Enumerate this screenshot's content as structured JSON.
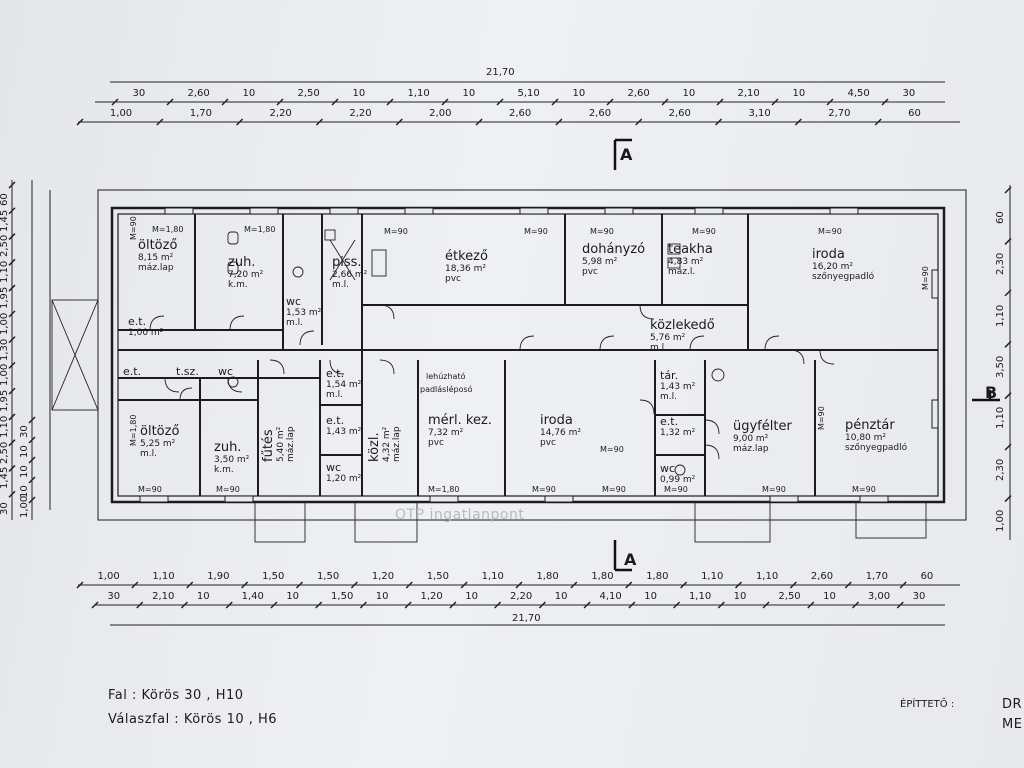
{
  "overall_dims": {
    "top": "21,70",
    "bottom": "21,70"
  },
  "dim_rows": {
    "top1": [
      "30",
      "2,60",
      "10",
      "2,50",
      "10",
      "1,10",
      "10",
      "5,10",
      "10",
      "2,60",
      "10",
      "2,10",
      "10",
      "4,50",
      "30"
    ],
    "top2": [
      "1,00",
      "1,70",
      "2,20",
      "2,20",
      "2,00",
      "2,60",
      "2,60",
      "2,60",
      "3,10",
      "2,70",
      "60"
    ],
    "left1": [
      "60",
      "1,45",
      "2,50",
      "1,10",
      "1,95",
      "1,00",
      "1,30",
      "1,00",
      "1,95",
      "1,10",
      "2,50",
      "1,45",
      "30"
    ],
    "left2": [
      "30",
      "10",
      "10",
      "10",
      "1,00"
    ],
    "bottom1": [
      "1,00",
      "1,10",
      "1,90",
      "1,50",
      "1,50",
      "1,20",
      "1,50",
      "1,10",
      "1,80",
      "1,80",
      "1,80",
      "1,10",
      "1,10",
      "2,60",
      "1,70",
      "60"
    ],
    "bottom2": [
      "30",
      "2,10",
      "10",
      "1,40",
      "10",
      "1,50",
      "10",
      "1,20",
      "10",
      "2,20",
      "10",
      "4,10",
      "10",
      "1,10",
      "10",
      "2,50",
      "10",
      "3,00",
      "30"
    ],
    "right": [
      "60",
      "2,30",
      "1,10",
      "3,50",
      "1,10",
      "2,30",
      "1,00"
    ]
  },
  "section_marks": {
    "a_top": "A",
    "a_bottom": "A",
    "b_right": "B"
  },
  "rooms": [
    {
      "name": "öltöző",
      "area": "8,15 m²",
      "floor": "máz.lap"
    },
    {
      "name": "zuh.",
      "area": "7,20 m²",
      "floor": "k.m."
    },
    {
      "name": "piss.",
      "area": "2,66 m²",
      "floor": "m.l."
    },
    {
      "name": "étkező",
      "area": "18,36 m²",
      "floor": "pvc"
    },
    {
      "name": "dohányzó",
      "area": "5,98 m²",
      "floor": "pvc"
    },
    {
      "name": "teakha",
      "area": "4,83 m²",
      "floor": "máz.l."
    },
    {
      "name": "iroda",
      "area": "16,20 m²",
      "floor": "szőnyegpadló"
    },
    {
      "name": "közlekedő",
      "area": "5,76 m²",
      "floor": "m.l."
    },
    {
      "name": "e.t.",
      "area": "1,00 m²",
      "floor": ""
    },
    {
      "name": "wc",
      "area": "1,53 m²",
      "floor": "m.l."
    },
    {
      "name": "e.t.",
      "area": "",
      "floor": ""
    },
    {
      "name": "t.sz.",
      "area": "",
      "floor": ""
    },
    {
      "name": "wc",
      "area": "",
      "floor": ""
    },
    {
      "name": "e.t.",
      "area": "1,54 m²",
      "floor": "m.l."
    },
    {
      "name": "öltöző",
      "area": "5,25 m²",
      "floor": "m.l."
    },
    {
      "name": "zuh.",
      "area": "3,50 m²",
      "floor": "k.m."
    },
    {
      "name": "fűtés",
      "area": "5,40 m²",
      "floor": "máz.lap"
    },
    {
      "name": "e.t.",
      "area": "1,43 m²",
      "floor": ""
    },
    {
      "name": "wc",
      "area": "1,20 m²",
      "floor": ""
    },
    {
      "name": "közl.",
      "area": "4,32 m²",
      "floor": "máz.lap"
    },
    {
      "name": "mérl. kez.",
      "area": "7,32 m²",
      "floor": "pvc"
    },
    {
      "name": "iroda",
      "area": "14,76 m²",
      "floor": "pvc"
    },
    {
      "name": "tár.",
      "area": "1,43 m²",
      "floor": "m.l."
    },
    {
      "name": "e.t.",
      "area": "1,32 m²",
      "floor": ""
    },
    {
      "name": "wc",
      "area": "0,99 m²",
      "floor": ""
    },
    {
      "name": "ügyfélter",
      "area": "9,00 m²",
      "floor": "máz.lap"
    },
    {
      "name": "pénztár",
      "area": "10,80 m²",
      "floor": "szőnyegpadló"
    }
  ],
  "notes": {
    "attic": "lehúzható",
    "attic2": "padlásléposó"
  },
  "opening_labels": [
    "M=1,80",
    "M=1,80",
    "M=90",
    "M=90",
    "M=90",
    "M=90",
    "M=90",
    "M=90",
    "M=90",
    "M=90",
    "M=90",
    "M=1,80",
    "M=90",
    "M=90",
    "M=90",
    "M=90",
    "M=90",
    "M=90",
    "M=1,80",
    "M=90"
  ],
  "legend": {
    "line1": "Fal   : Körös 30 , H10",
    "line2": "Válaszfal : Körös 10 , H6"
  },
  "builder_label": "ÉPÍTTETŐ :",
  "cutoff_right": "DR ME",
  "watermark": "OTP ingatlanpont"
}
